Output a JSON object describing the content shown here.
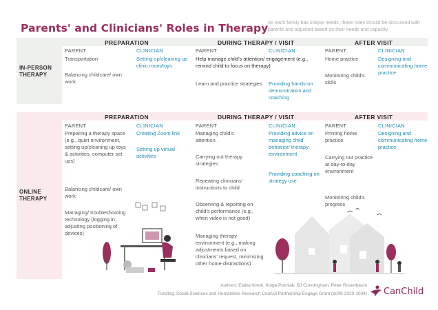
{
  "title": "Parents' and Clinicians' Roles in Therapy",
  "note": "As each family has unique needs, these roles should be discussed with parents and adjusted based on their needs and capacity.",
  "in_person": {
    "label": "IN-PERSON THERAPY",
    "headers": {
      "prep": "PREPARATION",
      "during": "DURING THERAPY / VISIT",
      "after": "AFTER VISIT"
    },
    "roles": {
      "parent": "PARENT",
      "clinician": "CLINICIAN"
    },
    "prep_parent": [
      "Transportation",
      "Balancing childcare/ own work"
    ],
    "prep_clinician": [
      "Setting up/cleaning up clinic room/toys"
    ],
    "during_parent": [
      "Help manage child's attention/ engagement (e.g., remind child to focus on therapy)",
      "Learn and practice strategies"
    ],
    "during_clinician": [
      "Providing hands-on demonstration and coaching"
    ],
    "after_parent": [
      "Home practice",
      "Monitoring child's skills"
    ],
    "after_clinician": [
      "Designing and communicating home practice"
    ]
  },
  "online": {
    "label": "ONLINE THERAPY",
    "headers": {
      "prep": "PREPARATION",
      "during": "DURING THERAPY / VISIT",
      "after": "AFTER VISIT"
    },
    "roles": {
      "parent": "PARENT",
      "clinician": "CLINICIAN"
    },
    "prep_parent": [
      "Preparing a therapy space (e.g., quiet environment, setting up/cleaning up toys & activities, computer set ups)",
      "Balancing childcare/ own work",
      "Managing/ troubleshooting technology (logging in, adjusting positioning of devices)"
    ],
    "prep_clinician": [
      "Creating Zoom link",
      "Setting up virtual activities"
    ],
    "during_parent": [
      "Managing child's attention",
      "Carrying out therapy strategies",
      "Repeating clinicians' instructions to child",
      "Observing & reporting on child's performance (e.g., when video is not good)",
      "Managing therapy environment (e.g., making adjustments based on clinicians' request, minimizing other home distractions)"
    ],
    "during_clinician": [
      "Providing advice on managing child behavior/ therapy environment",
      "Providing coaching on strategy use"
    ],
    "after_parent": [
      "Printing home practice",
      "Carrying out practice at day-to-day environment",
      "Monitoring child's progress"
    ],
    "after_clinician": [
      "Designing and communicating home practice"
    ]
  },
  "footer": {
    "authors": "Authors: Elaine Kwok, Kinga Pozniak, BJ Cunningham, Peter Rosenbaum",
    "funding": "Funding: Social Sciences and Humanities Research Council Partnership Engage Grant (1008-2020-1034)"
  },
  "logo": "CanChild",
  "colors": {
    "title": "#9b2f5e",
    "clinician": "#1f8cb0",
    "inperson_band": "#eef0ed",
    "online_band": "#fbeaec"
  }
}
